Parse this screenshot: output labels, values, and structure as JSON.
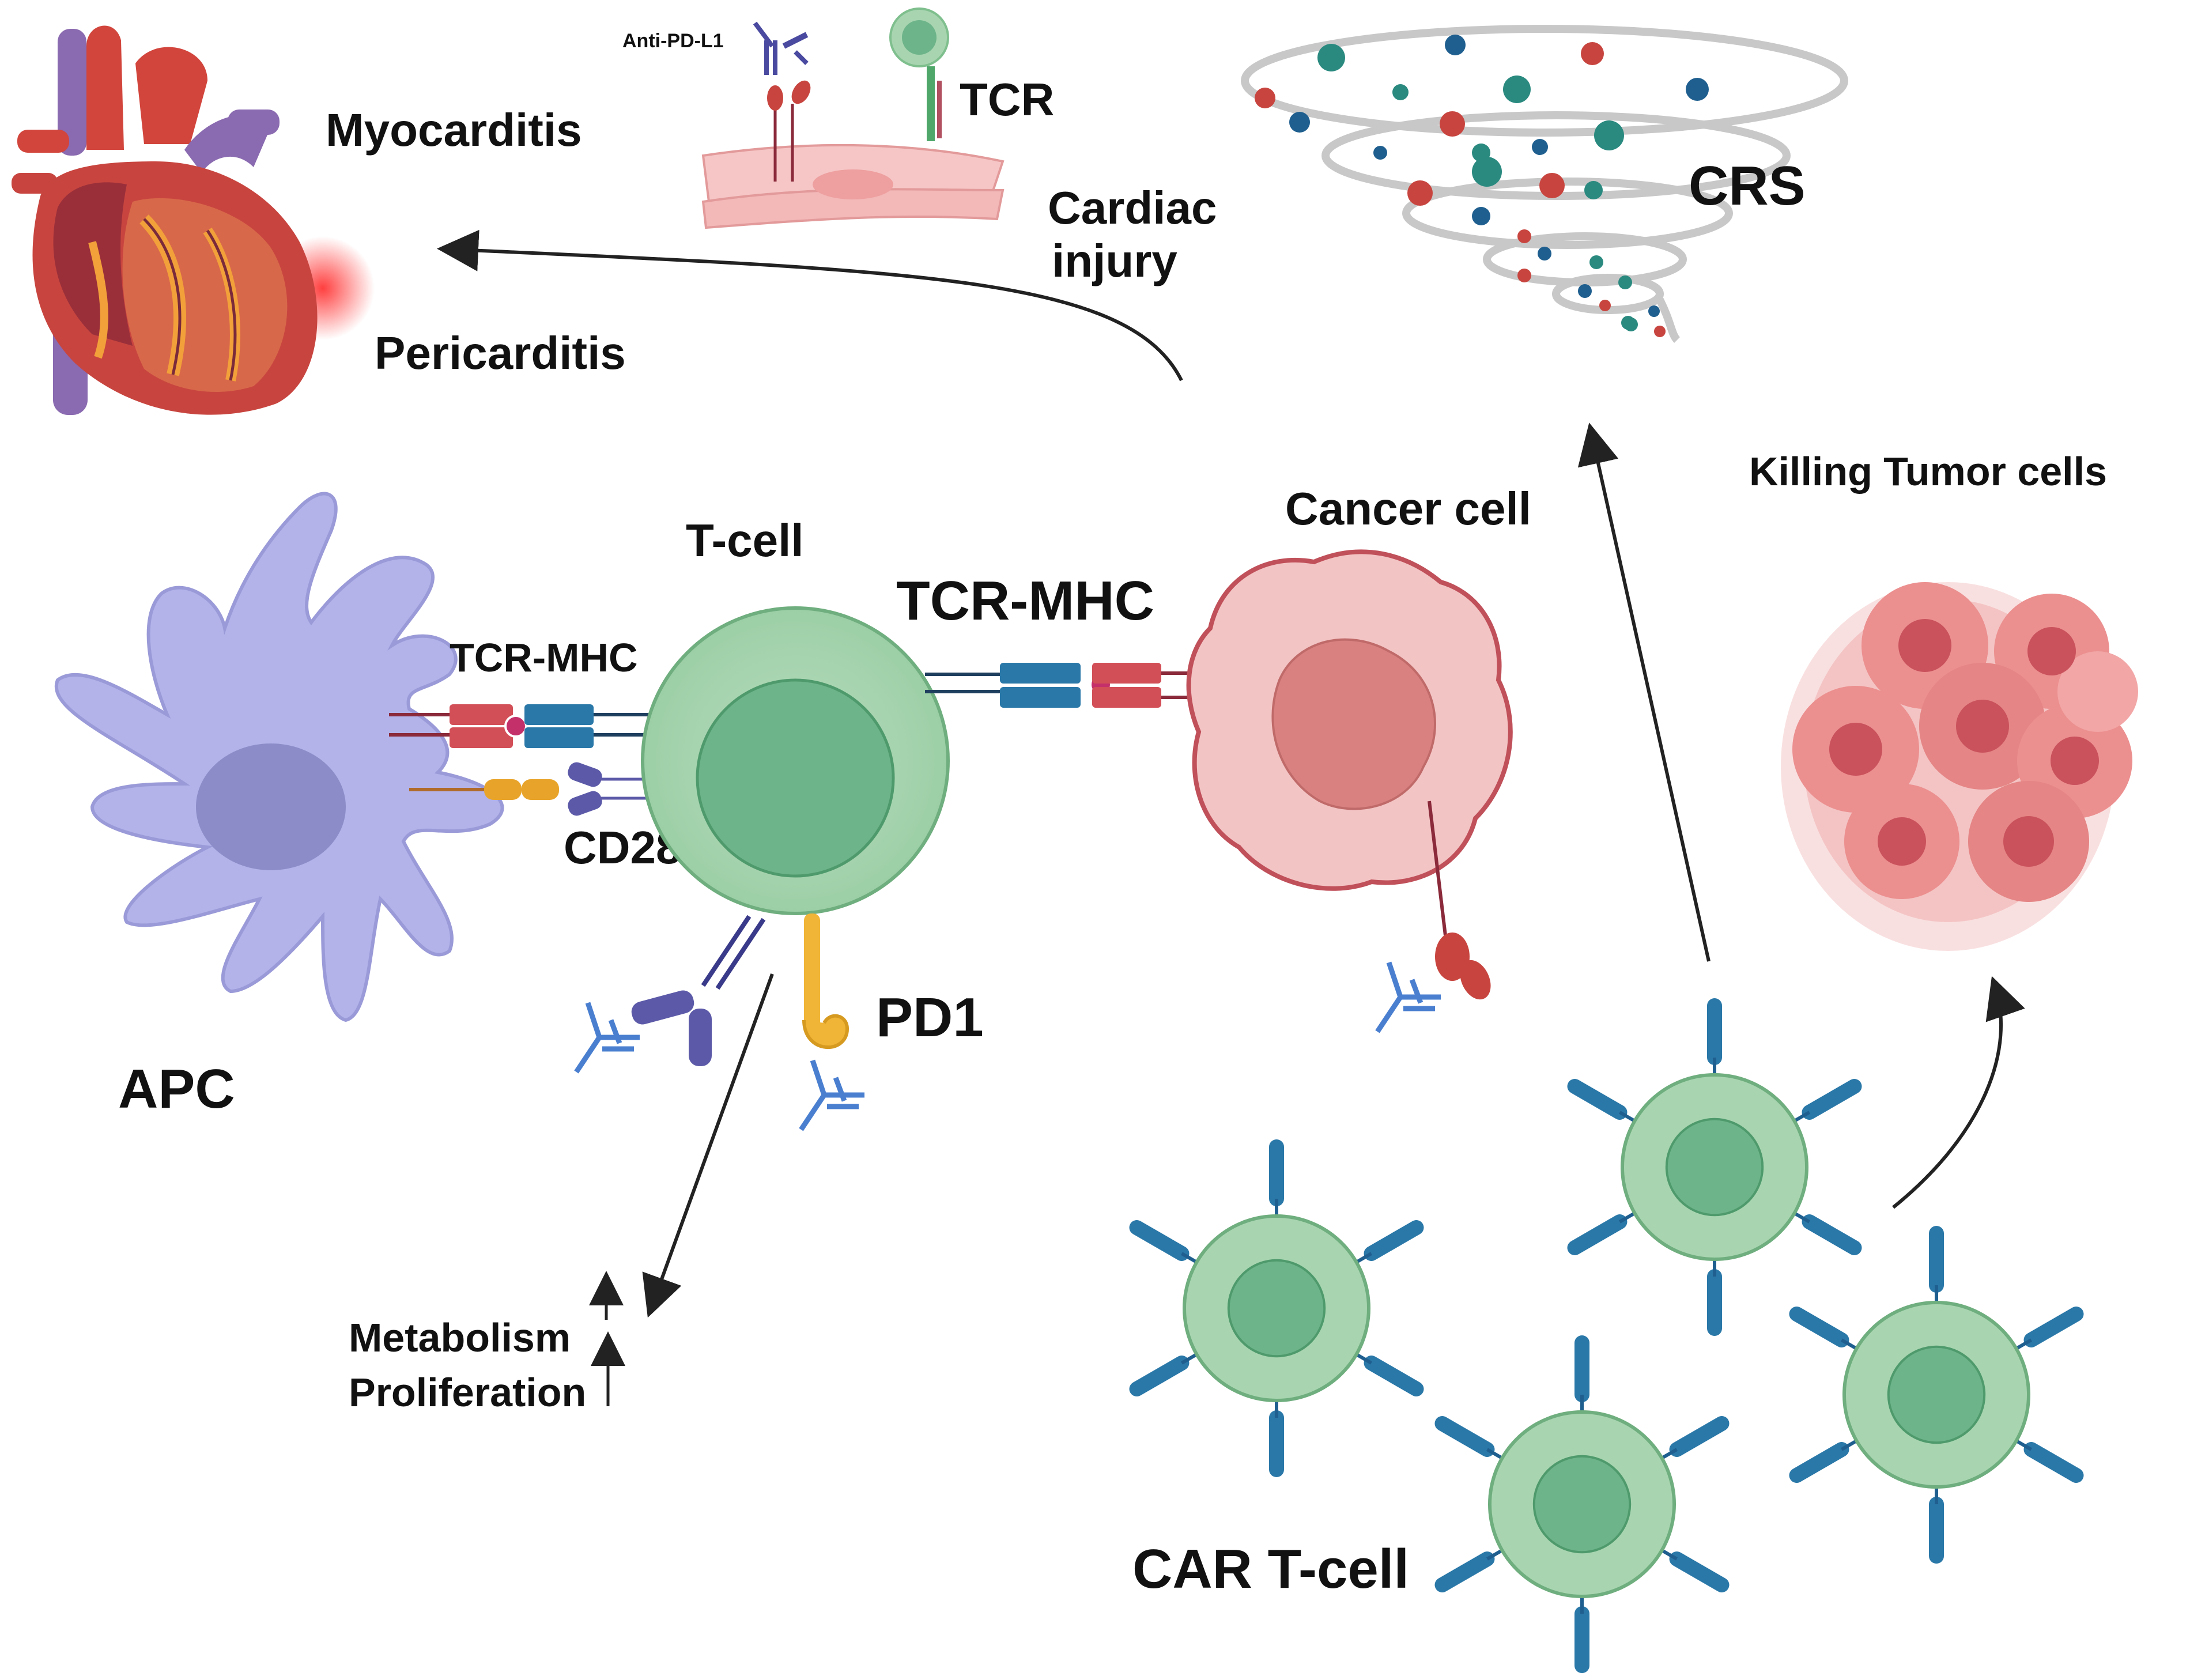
{
  "labels": {
    "anti_pd_l1": "Anti-PD-L1",
    "tcr_top": "TCR",
    "myocarditis": "Myocarditis",
    "pericarditis": "Pericarditis",
    "cardiac_injury_line1": "Cardiac",
    "cardiac_injury_line2": "injury",
    "crs": "CRS",
    "killing_tumor_cells": "Killing Tumor cells",
    "t_cell": "T-cell",
    "cancer_cell": "Cancer cell",
    "tcr_mhc_left": "TCR-MHC",
    "tcr_mhc_right": "TCR-MHC",
    "cd28": "CD28",
    "apc": "APC",
    "pd1": "PD1",
    "metabolism": "Metabolism",
    "proliferation": "Proliferation",
    "car_t_cell": "CAR T-cell"
  },
  "colors": {
    "t_cell_outer": "#a8d5b0",
    "t_cell_inner": "#6db48a",
    "apc": "#b3b3ea",
    "apc_nucleus": "#8c8cc8",
    "cancer_cell": "#f3c4c4",
    "cancer_nucleus": "#d98080",
    "tcr_blue": "#2a78a8",
    "mhc_red": "#d24f57",
    "cd28_orange": "#e8a42a",
    "pd1_yellow": "#f0b436",
    "antibody_blue": "#4a7fd0",
    "receptor_purple": "#5c5aa8",
    "arrow": "#222222",
    "heart_red": "#c8453f",
    "vessel_purple": "#8a6ab0"
  },
  "icons": [
    "heart-icon",
    "cardiomyocyte-icon",
    "cytokine-storm-icon",
    "tumor-cluster-icon",
    "antibody-icon",
    "car-receptor-icon"
  ]
}
